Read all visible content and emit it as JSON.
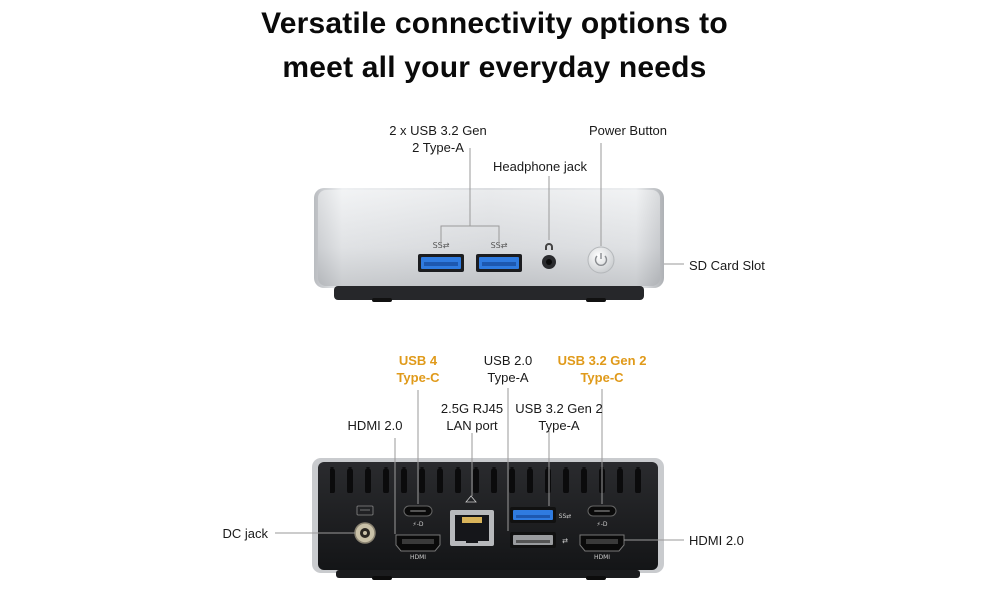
{
  "headline": {
    "line1": "Versatile connectivity options to",
    "line2": "meet all your everyday needs"
  },
  "front_panel": {
    "usb_a": {
      "line1": "2 x USB 3.2 Gen",
      "line2": "2 Type-A"
    },
    "headphone": "Headphone jack",
    "power": "Power Button",
    "sd_card": "SD Card Slot"
  },
  "rear_panel": {
    "usb4": {
      "line1": "USB 4",
      "line2": "Type-C"
    },
    "usb20": {
      "line1": "USB 2.0",
      "line2": "Type-A"
    },
    "usb32c": {
      "line1": "USB 3.2 Gen 2",
      "line2": "Type-C"
    },
    "hdmi_left": "HDMI 2.0",
    "rj45": {
      "line1": "2.5G RJ45",
      "line2": "LAN port"
    },
    "usb32a": {
      "line1": "USB 3.2 Gen 2",
      "line2": "Type-A"
    },
    "dc_jack": "DC jack",
    "hdmi_right": "HDMI 2.0"
  },
  "icons": [
    "usb-ss-icon",
    "headphone-icon",
    "power-icon",
    "usb-c-icon",
    "hdmi-icon",
    "lan-icon",
    "dc-power-icon"
  ],
  "colors": {
    "accent_orange": "#e09a1a",
    "usb_blue": "#2f7be0",
    "chassis_silver": "#cfd1d4",
    "rear_panel_black": "#1e1f22"
  }
}
